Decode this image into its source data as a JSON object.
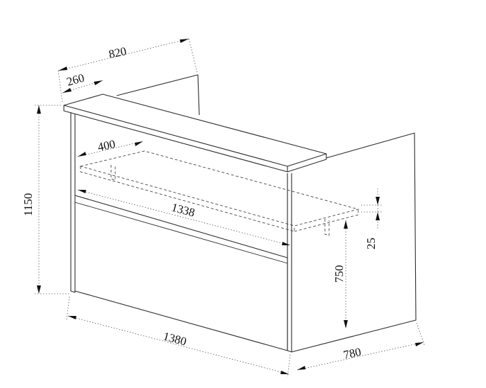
{
  "dimensions": {
    "top_depth_total": "820",
    "top_overhang": "260",
    "shelf_depth": "400",
    "total_height": "1150",
    "shelf_width": "1338",
    "shelf_thickness": "25",
    "desk_height": "750",
    "total_width": "1380",
    "base_depth": "780"
  }
}
